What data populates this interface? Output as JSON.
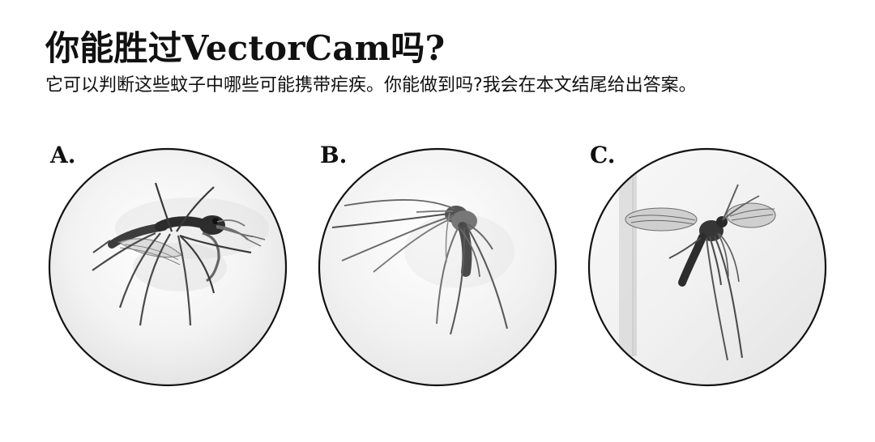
{
  "header": {
    "title": "你能胜过VectorCam吗?",
    "subtitle": "它可以判断这些蚊子中哪些可能携带疟疾。你能做到吗?我会在本文结尾给出答案。"
  },
  "panels": [
    {
      "label": "A.",
      "image_name": "mosquito-a-image",
      "icon": "mosquito-icon"
    },
    {
      "label": "B.",
      "image_name": "mosquito-b-image",
      "icon": "mosquito-icon"
    },
    {
      "label": "C.",
      "image_name": "mosquito-c-image",
      "icon": "mosquito-icon"
    }
  ],
  "colors": {
    "text": "#111111",
    "circle_outline": "#111111",
    "photo_background": "#f3f3f3",
    "mosquito_dark": "#2c2c2c",
    "mosquito_mid": "#707070"
  }
}
